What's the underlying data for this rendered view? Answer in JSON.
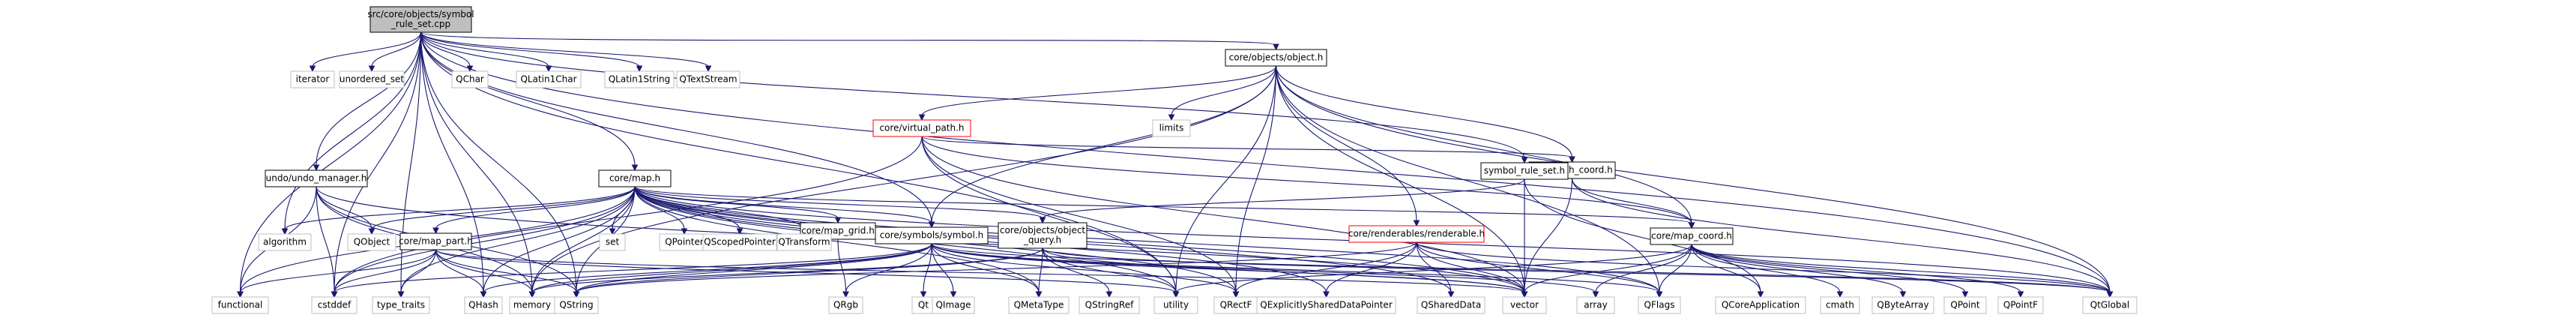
{
  "title": "",
  "colors": {
    "edge": "#191970",
    "root_fill": "#bfbfbf",
    "normal_border": "#000000",
    "system_border": "#bfbfbf",
    "truncated_border": "#ff0000",
    "node_fill": "#ffffff"
  },
  "nodes": {
    "root": {
      "lines": [
        "src/core/objects/symbol",
        "_rule_set.cpp"
      ],
      "kind": "root"
    },
    "object_h": {
      "lines": [
        "core/objects/object.h"
      ],
      "kind": "normal"
    },
    "virtual_path_h": {
      "lines": [
        "core/virtual_path.h"
      ],
      "kind": "truncated"
    },
    "undo_manager_h": {
      "lines": [
        "undo/undo_manager.h"
      ],
      "kind": "normal"
    },
    "map_h": {
      "lines": [
        "core/map.h"
      ],
      "kind": "normal"
    },
    "path_coord_h": {
      "lines": [
        "core/path_coord.h"
      ],
      "kind": "normal"
    },
    "symbol_rule_set_h": {
      "lines": [
        "symbol_rule_set.h"
      ],
      "kind": "normal"
    },
    "renderable_h": {
      "lines": [
        "core/renderables/renderable.h"
      ],
      "kind": "truncated"
    },
    "map_coord_h": {
      "lines": [
        "core/map_coord.h"
      ],
      "kind": "normal"
    },
    "map_part_h": {
      "lines": [
        "core/map_part.h"
      ],
      "kind": "normal"
    },
    "map_grid_h": {
      "lines": [
        "core/map_grid.h"
      ],
      "kind": "normal"
    },
    "symbol_h": {
      "lines": [
        "core/symbols/symbol.h"
      ],
      "kind": "normal"
    },
    "object_query_h": {
      "lines": [
        "core/objects/object",
        "_query.h"
      ],
      "kind": "normal"
    },
    "iterator": {
      "lines": [
        "iterator"
      ],
      "kind": "system"
    },
    "unordered_set": {
      "lines": [
        "unordered_set"
      ],
      "kind": "system"
    },
    "QChar": {
      "lines": [
        "QChar"
      ],
      "kind": "system"
    },
    "QLatin1Char": {
      "lines": [
        "QLatin1Char"
      ],
      "kind": "system"
    },
    "QLatin1String": {
      "lines": [
        "QLatin1String"
      ],
      "kind": "system"
    },
    "QTextStream": {
      "lines": [
        "QTextStream"
      ],
      "kind": "system"
    },
    "limits": {
      "lines": [
        "limits"
      ],
      "kind": "system"
    },
    "algorithm": {
      "lines": [
        "algorithm"
      ],
      "kind": "system"
    },
    "QObject": {
      "lines": [
        "QObject"
      ],
      "kind": "system"
    },
    "set": {
      "lines": [
        "set"
      ],
      "kind": "system"
    },
    "QPointer": {
      "lines": [
        "QPointer"
      ],
      "kind": "system"
    },
    "QScopedPointer": {
      "lines": [
        "QScopedPointer"
      ],
      "kind": "system"
    },
    "QTransform": {
      "lines": [
        "QTransform"
      ],
      "kind": "system"
    },
    "functional": {
      "lines": [
        "functional"
      ],
      "kind": "system"
    },
    "cstddef": {
      "lines": [
        "cstddef"
      ],
      "kind": "system"
    },
    "type_traits": {
      "lines": [
        "type_traits"
      ],
      "kind": "system"
    },
    "QHash": {
      "lines": [
        "QHash"
      ],
      "kind": "system"
    },
    "memory": {
      "lines": [
        "memory"
      ],
      "kind": "system"
    },
    "QString": {
      "lines": [
        "QString"
      ],
      "kind": "system"
    },
    "QRgb": {
      "lines": [
        "QRgb"
      ],
      "kind": "system"
    },
    "Qt": {
      "lines": [
        "Qt"
      ],
      "kind": "system"
    },
    "QImage": {
      "lines": [
        "QImage"
      ],
      "kind": "system"
    },
    "QMetaType": {
      "lines": [
        "QMetaType"
      ],
      "kind": "system"
    },
    "QStringRef": {
      "lines": [
        "QStringRef"
      ],
      "kind": "system"
    },
    "utility": {
      "lines": [
        "utility"
      ],
      "kind": "system"
    },
    "QRectF": {
      "lines": [
        "QRectF"
      ],
      "kind": "system"
    },
    "QExplicitlySharedDataPointer": {
      "lines": [
        "QExplicitlySharedDataPointer"
      ],
      "kind": "system"
    },
    "QSharedData": {
      "lines": [
        "QSharedData"
      ],
      "kind": "system"
    },
    "vector": {
      "lines": [
        "vector"
      ],
      "kind": "system"
    },
    "array": {
      "lines": [
        "array"
      ],
      "kind": "system"
    },
    "QFlags": {
      "lines": [
        "QFlags"
      ],
      "kind": "system"
    },
    "QCoreApplication": {
      "lines": [
        "QCoreApplication"
      ],
      "kind": "system"
    },
    "cmath": {
      "lines": [
        "cmath"
      ],
      "kind": "system"
    },
    "QByteArray": {
      "lines": [
        "QByteArray"
      ],
      "kind": "system"
    },
    "QPoint": {
      "lines": [
        "QPoint"
      ],
      "kind": "system"
    },
    "QPointF": {
      "lines": [
        "QPointF"
      ],
      "kind": "system"
    },
    "QtGlobal": {
      "lines": [
        "QtGlobal"
      ],
      "kind": "system"
    }
  },
  "edges": [
    [
      "root",
      "iterator"
    ],
    [
      "root",
      "unordered_set"
    ],
    [
      "root",
      "QChar"
    ],
    [
      "root",
      "QLatin1Char"
    ],
    [
      "root",
      "QLatin1String"
    ],
    [
      "root",
      "QTextStream"
    ],
    [
      "root",
      "object_h"
    ],
    [
      "root",
      "undo_manager_h"
    ],
    [
      "root",
      "map_h"
    ],
    [
      "root",
      "symbol_h"
    ],
    [
      "root",
      "symbol_rule_set_h"
    ],
    [
      "root",
      "algorithm"
    ],
    [
      "root",
      "functional"
    ],
    [
      "root",
      "cstddef"
    ],
    [
      "root",
      "type_traits"
    ],
    [
      "root",
      "QHash"
    ],
    [
      "root",
      "memory"
    ],
    [
      "root",
      "QString"
    ],
    [
      "root",
      "utility"
    ],
    [
      "root",
      "QtGlobal"
    ],
    [
      "object_h",
      "limits"
    ],
    [
      "object_h",
      "virtual_path_h"
    ],
    [
      "object_h",
      "path_coord_h"
    ],
    [
      "object_h",
      "renderable_h"
    ],
    [
      "object_h",
      "map_coord_h"
    ],
    [
      "object_h",
      "symbol_h"
    ],
    [
      "object_h",
      "QRectF"
    ],
    [
      "object_h",
      "vector"
    ],
    [
      "object_h",
      "utility"
    ],
    [
      "object_h",
      "memory"
    ],
    [
      "object_h",
      "QtGlobal"
    ],
    [
      "object_h",
      "QFlags"
    ],
    [
      "virtual_path_h",
      "path_coord_h"
    ],
    [
      "virtual_path_h",
      "map_coord_h"
    ],
    [
      "virtual_path_h",
      "vector"
    ],
    [
      "virtual_path_h",
      "QRectF"
    ],
    [
      "virtual_path_h",
      "cstddef"
    ],
    [
      "virtual_path_h",
      "utility"
    ],
    [
      "undo_manager_h",
      "QObject"
    ],
    [
      "undo_manager_h",
      "memory"
    ],
    [
      "undo_manager_h",
      "vector"
    ],
    [
      "undo_manager_h",
      "cstddef"
    ],
    [
      "undo_manager_h",
      "QString"
    ],
    [
      "undo_manager_h",
      "functional"
    ],
    [
      "map_h",
      "algorithm"
    ],
    [
      "map_h",
      "QObject"
    ],
    [
      "map_h",
      "set"
    ],
    [
      "map_h",
      "QPointer"
    ],
    [
      "map_h",
      "QScopedPointer"
    ],
    [
      "map_h",
      "QTransform"
    ],
    [
      "map_h",
      "map_part_h"
    ],
    [
      "map_h",
      "map_grid_h"
    ],
    [
      "map_h",
      "symbol_h"
    ],
    [
      "map_h",
      "map_coord_h"
    ],
    [
      "map_h",
      "object_query_h"
    ],
    [
      "map_h",
      "functional"
    ],
    [
      "map_h",
      "cstddef"
    ],
    [
      "map_h",
      "QHash"
    ],
    [
      "map_h",
      "memory"
    ],
    [
      "map_h",
      "QString"
    ],
    [
      "map_h",
      "QMetaType"
    ],
    [
      "map_h",
      "QRectF"
    ],
    [
      "map_h",
      "QExplicitlySharedDataPointer"
    ],
    [
      "map_h",
      "QSharedData"
    ],
    [
      "map_h",
      "vector"
    ],
    [
      "map_h",
      "QFlags"
    ],
    [
      "map_h",
      "QtGlobal"
    ],
    [
      "map_h",
      "utility"
    ],
    [
      "map_h",
      "type_traits"
    ],
    [
      "path_coord_h",
      "map_coord_h"
    ],
    [
      "path_coord_h",
      "vector"
    ],
    [
      "path_coord_h",
      "QtGlobal"
    ],
    [
      "symbol_rule_set_h",
      "object_query_h"
    ],
    [
      "symbol_rule_set_h",
      "vector"
    ],
    [
      "symbol_rule_set_h",
      "QCoreApplication"
    ],
    [
      "renderable_h",
      "QFlags"
    ],
    [
      "renderable_h",
      "QRectF"
    ],
    [
      "renderable_h",
      "QExplicitlySharedDataPointer"
    ],
    [
      "renderable_h",
      "QSharedData"
    ],
    [
      "renderable_h",
      "vector"
    ],
    [
      "renderable_h",
      "QtGlobal"
    ],
    [
      "renderable_h",
      "QString"
    ],
    [
      "map_coord_h",
      "cmath"
    ],
    [
      "map_coord_h",
      "QByteArray"
    ],
    [
      "map_coord_h",
      "QPoint"
    ],
    [
      "map_coord_h",
      "QPointF"
    ],
    [
      "map_coord_h",
      "QtGlobal"
    ],
    [
      "map_coord_h",
      "QFlags"
    ],
    [
      "map_coord_h",
      "utility"
    ],
    [
      "map_coord_h",
      "array"
    ],
    [
      "map_coord_h",
      "vector"
    ],
    [
      "map_coord_h",
      "QCoreApplication"
    ],
    [
      "map_part_h",
      "functional"
    ],
    [
      "map_part_h",
      "cstddef"
    ],
    [
      "map_part_h",
      "type_traits"
    ],
    [
      "map_part_h",
      "QHash"
    ],
    [
      "map_part_h",
      "memory"
    ],
    [
      "map_part_h",
      "QString"
    ],
    [
      "map_part_h",
      "utility"
    ],
    [
      "map_part_h",
      "vector"
    ],
    [
      "map_grid_h",
      "QRgb"
    ],
    [
      "symbol_h",
      "QRgb"
    ],
    [
      "symbol_h",
      "Qt"
    ],
    [
      "symbol_h",
      "QImage"
    ],
    [
      "symbol_h",
      "QMetaType"
    ],
    [
      "symbol_h",
      "QHash"
    ],
    [
      "symbol_h",
      "memory"
    ],
    [
      "symbol_h",
      "QString"
    ],
    [
      "symbol_h",
      "cstddef"
    ],
    [
      "symbol_h",
      "vector"
    ],
    [
      "symbol_h",
      "array"
    ],
    [
      "symbol_h",
      "QFlags"
    ],
    [
      "symbol_h",
      "QtGlobal"
    ],
    [
      "symbol_h",
      "QRectF"
    ],
    [
      "object_query_h",
      "QMetaType"
    ],
    [
      "object_query_h",
      "QStringRef"
    ],
    [
      "object_query_h",
      "QString"
    ],
    [
      "object_query_h",
      "utility"
    ],
    [
      "object_query_h",
      "vector"
    ],
    [
      "object_query_h",
      "memory"
    ],
    [
      "object_query_h",
      "QtGlobal"
    ]
  ]
}
